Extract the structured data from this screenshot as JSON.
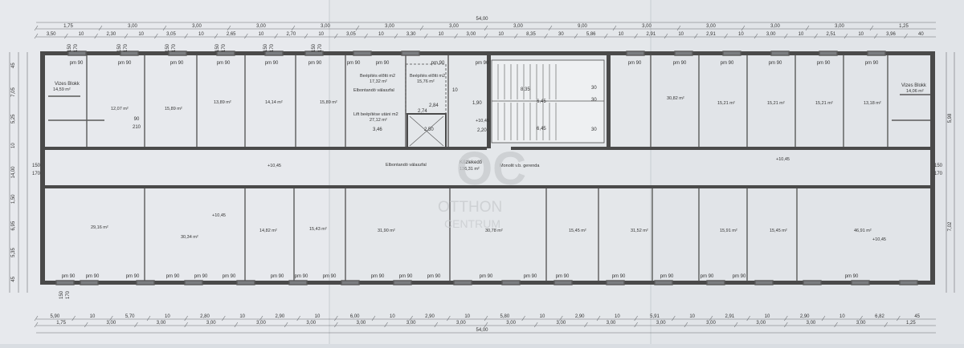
{
  "colors": {
    "paper": "#e4e7ea",
    "wall": "#4a4a4a",
    "line": "#6b6e72",
    "text": "#333333",
    "watermark": "#c7c9cc"
  },
  "watermark": {
    "logo": "OC",
    "line1": "OTTHON",
    "line2": "CENTRUM"
  },
  "dimensions": {
    "top": {
      "total": "54,00",
      "row1": [
        "1,75",
        "3,00",
        "3,00",
        "3,00",
        "3,00",
        "3,00",
        "3,00",
        "3,00",
        "9,00",
        "3,00",
        "3,00",
        "3,00",
        "3,00",
        "1,25"
      ],
      "row2": [
        "3,50",
        "10",
        "2,30",
        "10",
        "3,05",
        "10",
        "2,65",
        "10",
        "2,70",
        "10",
        "3,05",
        "10",
        "3,30",
        "10",
        "3,00",
        "10",
        "8,35",
        "30",
        "5,86",
        "10",
        "2,91",
        "10",
        "2,91",
        "10",
        "3,00",
        "10",
        "2,51",
        "10",
        "3,96",
        "40"
      ]
    },
    "bottom": {
      "total": "54,00",
      "row1": [
        "1,75",
        "3,00",
        "3,00",
        "3,00",
        "3,00",
        "3,00",
        "3,00",
        "3,00",
        "3,00",
        "3,00",
        "3,00",
        "3,00",
        "3,00",
        "3,00",
        "3,00",
        "3,00",
        "3,00",
        "1,25"
      ],
      "row2": [
        "5,90",
        "10",
        "5,70",
        "10",
        "2,80",
        "10",
        "2,90",
        "10",
        "6,00",
        "10",
        "2,90",
        "10",
        "5,80",
        "10",
        "2,90",
        "10",
        "5,91",
        "10",
        "2,91",
        "10",
        "2,90",
        "10",
        "6,82",
        "45"
      ]
    },
    "left": [
      "45",
      "7,05",
      "5,25",
      "10",
      "14,00",
      "1,50",
      "6,95",
      "5,35",
      "45"
    ],
    "right": [
      "5,98",
      "7,02"
    ]
  },
  "rooms": {
    "vizes_left": {
      "name": "Vizes Blokk",
      "area": "14,59 m²"
    },
    "vizes_right": {
      "name": "Vizes Blokk",
      "area": "14,06 m²"
    },
    "top_areas": [
      "12,07 m²",
      "15,89 m²",
      "13,89 m²",
      "14,14 m²",
      "15,89 m²",
      "30,82 m²",
      "15,21 m²",
      "15,21 m²",
      "15,21 m²",
      "13,18 m²"
    ],
    "beepites_a": {
      "label": "Beépítés előtti m2",
      "area": "17,32 m²"
    },
    "beepites_b": {
      "label": "Beépítés előtti m2",
      "area": "15,76 m²"
    },
    "elbontando_top": "Elbontandó válaszfal",
    "lift": {
      "label": "Lift beépítése utáni m2",
      "area": "27,12 m²"
    },
    "corridor": {
      "name": "Közlekedő",
      "area": "136,31 m²"
    },
    "elbontando_mid": "Elbontandó válaszfal",
    "monolit": "Monolit v.b. gerenda",
    "bottom_areas": [
      "29,16 m²",
      "30,34 m²",
      "14,82 m²",
      "15,43 m²",
      "31,90 m²",
      "30,78 m²",
      "15,45 m²",
      "31,52 m²",
      "15,91 m²",
      "15,45 m²",
      "46,91 m²"
    ],
    "levels": [
      "+10,45",
      "+10,45",
      "+10,45",
      "+10,45",
      "+10,45"
    ]
  },
  "stairs": [
    "8,35",
    "6,45",
    "6,45",
    "30",
    "30",
    "30",
    "1,90",
    "2,20",
    "2,84",
    "2,74",
    "2,50",
    "3,46",
    "10"
  ],
  "door_codes": {
    "top": [
      "pm 90",
      "pm 90",
      "pm 90",
      "pm 90",
      "pm 90",
      "pm 90",
      "pm 90",
      "pm 90",
      "pm 90",
      "pm 90",
      "pm 90",
      "pm 90",
      "pm 90",
      "pm 90",
      "pm 90",
      "pm 90"
    ],
    "top_heights": [
      "150",
      "170",
      "150",
      "170",
      "150",
      "170",
      "150",
      "170",
      "150",
      "170",
      "150",
      "170"
    ],
    "doors": [
      "90",
      "210"
    ],
    "bottom": [
      "pm 90",
      "pm 90",
      "pm 90",
      "pm 90",
      "pm 90",
      "pm 90",
      "pm 90",
      "pm 90",
      "pm 90",
      "pm 90",
      "pm 90",
      "pm 90",
      "pm 90",
      "pm 90",
      "pm 90",
      "pm 90",
      "pm 90",
      "pm 90",
      "pm 90",
      "pm 90"
    ],
    "bottom_heights": [
      "150",
      "170"
    ],
    "side": [
      "150",
      "170",
      "150",
      "170"
    ]
  }
}
